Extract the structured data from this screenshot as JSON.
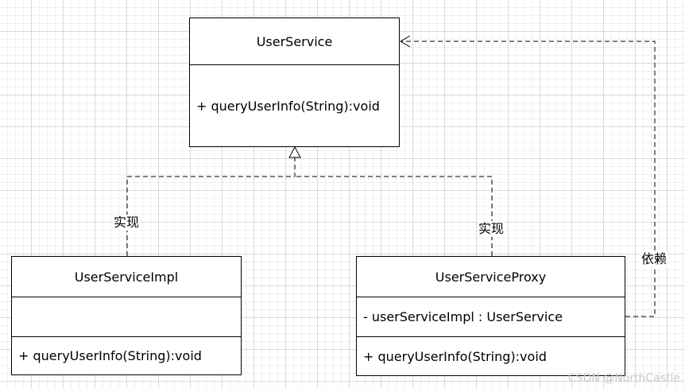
{
  "classes": {
    "user_service": {
      "name": "UserService",
      "methods": [
        "+ queryUserInfo(String):void"
      ]
    },
    "user_service_impl": {
      "name": "UserServiceImpl",
      "fields": [],
      "methods": [
        "+ queryUserInfo(String):void"
      ]
    },
    "user_service_proxy": {
      "name": "UserServiceProxy",
      "fields": [
        "- userServiceImpl : UserService"
      ],
      "methods": [
        "+ queryUserInfo(String):void"
      ]
    }
  },
  "relations": {
    "impl_realization": {
      "label": "实现",
      "type": "realization"
    },
    "proxy_realization": {
      "label": "实现",
      "type": "realization"
    },
    "proxy_dependency": {
      "label": "依赖",
      "type": "dependency"
    }
  },
  "watermark": "CSDN @NorthCastle"
}
